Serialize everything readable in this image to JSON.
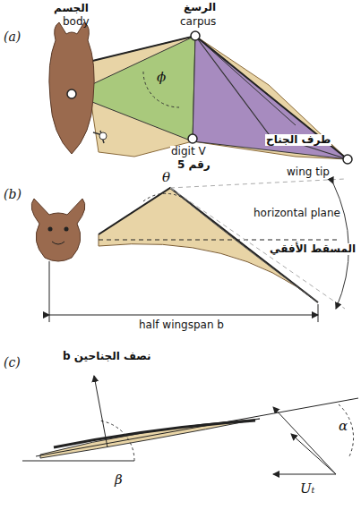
{
  "diagram": {
    "labels": [
      "(a)",
      "الجسم",
      "body",
      "الرسغ",
      "carpus",
      "ϕ",
      "digit V",
      "رقم 5",
      "طرف الجناح",
      "wing tip",
      "(b)",
      "θ",
      "horizontal plane",
      "المسقط الأفقي",
      "half wingspan b",
      "(c)",
      "b نصف الجناحين",
      "β",
      "α",
      "Uₜ"
    ]
  }
}
